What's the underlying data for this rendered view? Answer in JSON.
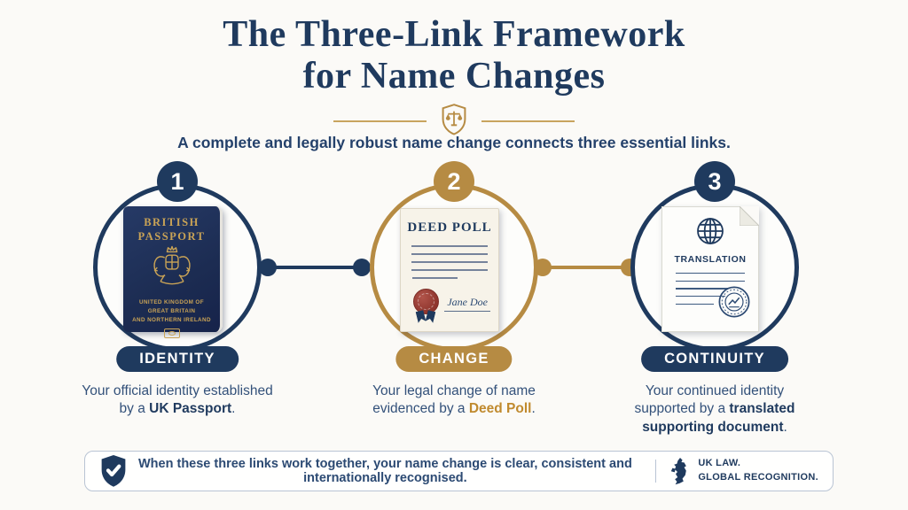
{
  "header": {
    "title_line1": "The Three-Link Framework",
    "title_line2": "for Name Changes",
    "subtitle": "A complete and legally robust name change connects three essential links."
  },
  "links": [
    {
      "number": "1",
      "label": "IDENTITY",
      "theme": "navy",
      "desc_pre": "Your official identity established by a ",
      "desc_bold": "UK Passport",
      "desc_post": ".",
      "passport": {
        "title_line1": "BRITISH",
        "title_line2": "PASSPORT",
        "footer_line1": "UNITED KINGDOM OF",
        "footer_line2": "GREAT BRITAIN",
        "footer_line3": "AND NORTHERN IRELAND"
      }
    },
    {
      "number": "2",
      "label": "CHANGE",
      "theme": "gold",
      "desc_pre": "Your legal change of name evidenced by a ",
      "desc_bold": "Deed Poll",
      "desc_post": ".",
      "deed": {
        "title": "DEED POLL",
        "signature": "Jane Doe"
      }
    },
    {
      "number": "3",
      "label": "CONTINUITY",
      "theme": "navy",
      "desc_pre": "Your continued identity supported by a ",
      "desc_bold": "translated supporting document",
      "desc_post": ".",
      "translation": {
        "title": "TRANSLATION"
      }
    }
  ],
  "footer": {
    "message": "When these three links work together, your name change is clear, consistent and internationally recognised.",
    "badge_line1": "UK LAW.",
    "badge_line2": "GLOBAL RECOGNITION."
  },
  "icons": {
    "header_emblem": "scales-shield-icon",
    "footer_left": "shield-check-icon",
    "footer_right": "uk-map-icon",
    "translation_top": "globe-icon",
    "translation_bottom": "certified-stamp-icon"
  },
  "colors": {
    "navy": "#1f3a5e",
    "gold": "#b68b43",
    "wax_red": "#9c3c33",
    "background": "#fbfaf7"
  }
}
